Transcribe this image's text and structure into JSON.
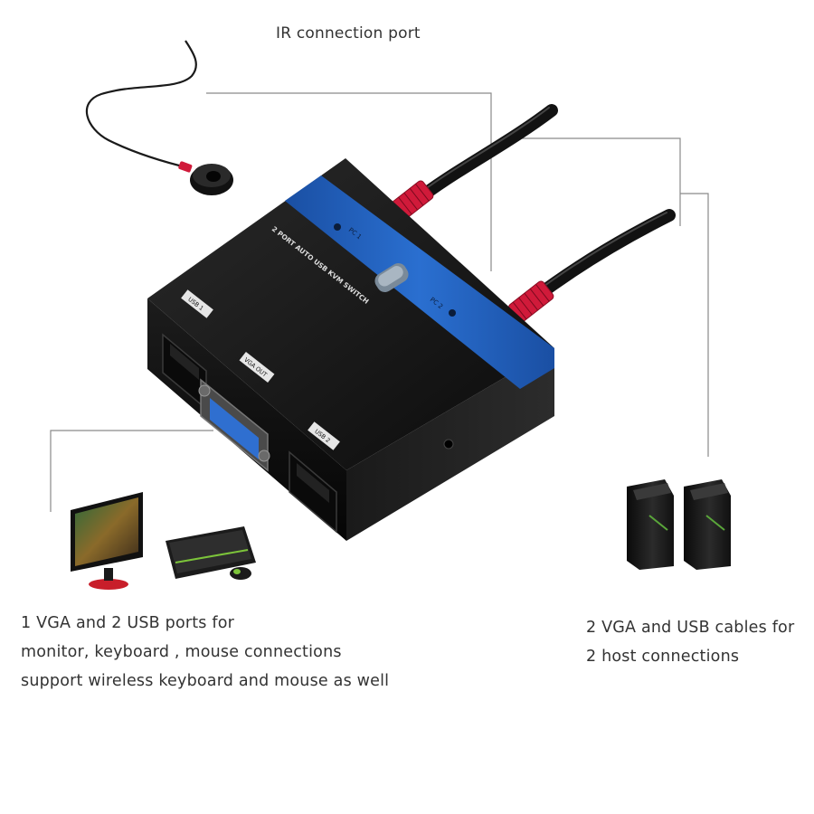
{
  "labels": {
    "ir_port": "IR connection port",
    "left_caption": [
      "1 VGA and 2 USB ports for",
      "monitor, keyboard , mouse connections",
      "support wireless keyboard and mouse as well"
    ],
    "right_caption": [
      "2 VGA and USB cables for",
      "2 host connections"
    ]
  },
  "device": {
    "top_label": "2 PORT AUTO USB KVM SWITCH",
    "pc1_label": "PC 1",
    "pc2_label": "PC 2",
    "usb1_label": "USB 1",
    "usb2_label": "USB 2",
    "vga_out_label": "VGA OUT"
  },
  "colors": {
    "accent_band": "#1f5fb8",
    "cable_collar": "#d01a3a",
    "device_body": "#121212",
    "leader_line": "#8a8a8a",
    "caption_text": "#333333"
  }
}
